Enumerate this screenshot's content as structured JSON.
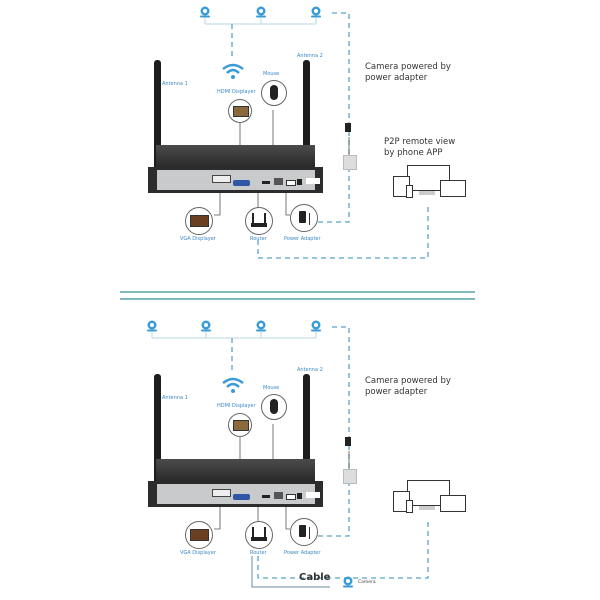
{
  "diagrams": [
    {
      "id": "wifi",
      "labels": {
        "antenna1": "Antenna 1",
        "antenna2": "Antenna 2",
        "hdmi": "HDMI Displayer",
        "mouse": "Mouse",
        "vga": "VGA Displayer",
        "router": "Router",
        "power": "Power Adapter"
      },
      "notes": {
        "camera_power": [
          "Camera powered by",
          "power adapter"
        ],
        "p2p": [
          "P2P remote view",
          "by phone APP"
        ]
      },
      "camera_count": 3
    },
    {
      "id": "cable",
      "labels": {
        "antenna1": "Antenna 1",
        "antenna2": "Antenna 2",
        "hdmi": "HDMI Displayer",
        "mouse": "Mouse",
        "vga": "VGA Displayer",
        "router": "Router",
        "power": "Power Adapter"
      },
      "notes": {
        "camera_power": [
          "Camera powered by",
          "power adapter"
        ]
      },
      "camera_count": 4,
      "cable_label": "Cable",
      "cable_camera_label": "Camera"
    }
  ],
  "colors": {
    "accent": "#3b9bd6",
    "dashed": "#5aa3c8",
    "nvr_body": "#2f2f2f",
    "nvr_panel": "#c9cacb",
    "divider": "#7fb8bd"
  },
  "icons": [
    "ip-camera-icon",
    "wifi-icon",
    "nvr-device-icon",
    "antenna-icon",
    "monitor-icon",
    "mouse-icon",
    "router-icon",
    "power-adapter-icon",
    "wall-socket-icon",
    "devices-icon"
  ]
}
